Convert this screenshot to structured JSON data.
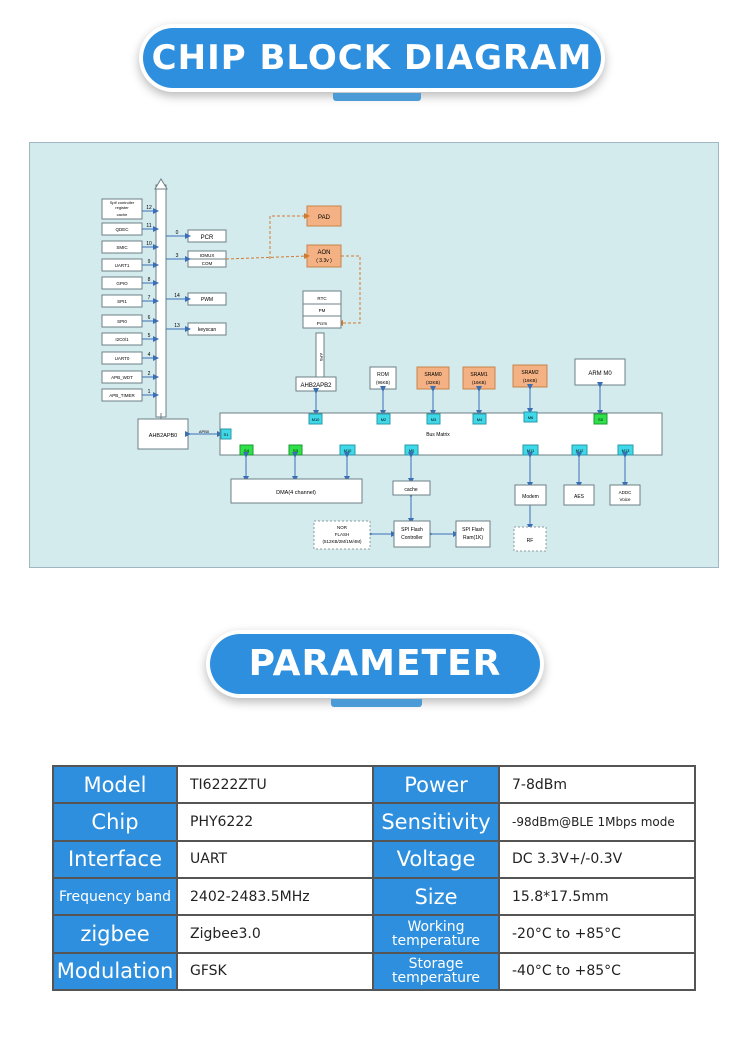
{
  "headers": {
    "chip_block_diagram": "CHIP BLOCK DIAGRAM",
    "parameter": "PARAMETER"
  },
  "diagram": {
    "left_blocks": [
      "Spif controller register cache",
      "QDEC",
      "SMIC",
      "UART1",
      "GPIO",
      "SPI1",
      "SPI0",
      "I2C0/1",
      "UART0",
      "APB_WDT",
      "APB_TIMER"
    ],
    "left_nums": [
      "12",
      "11",
      "10",
      "9",
      "8",
      "7",
      "6",
      "5",
      "4",
      "2",
      "1"
    ],
    "pcr": "PCR",
    "pcr_num": "0",
    "iomux": "IOMUX",
    "com": "COM",
    "iomux_num": "3",
    "pwm": "PWM",
    "pwm_num": "14",
    "keyscan": "keyscan",
    "keyscan_num": "13",
    "pad": "PAD",
    "aon": "AON",
    "aon_sub": "( 3.3v )",
    "rtc": "RTC",
    "pm": "PM",
    "pcrm": "Pcrm",
    "apb_label": "APB",
    "ahb2apb2": "AHB2APB2",
    "ahb2apb0": "AHB2APB0",
    "apb_bus": "APB0",
    "rom": "ROM",
    "rom_size": "(96KB)",
    "sram0": "SRAM0",
    "sram0_size": "(32KB)",
    "sram1": "SRAM1",
    "sram1_size": "(16KB)",
    "sram2": "SRAM2",
    "sram2_size": "(16KB)",
    "arm": "ARM M0",
    "bus_matrix": "Bus Matrix",
    "m_top": [
      "M10",
      "M2",
      "M3",
      "M4",
      "M6",
      "S0"
    ],
    "s1": "S1",
    "m_bottom": [
      "S4",
      "S3",
      "M10",
      "M0",
      "M11",
      "M12",
      "M13"
    ],
    "dma": "DMA(4 channel)",
    "cache": "cache",
    "modem": "Modem",
    "aes": "AES",
    "adoc": "ADDC",
    "voice": "Voice",
    "nor1": "NOR",
    "nor2": "FLASH",
    "nor3": "(512KB/2M/1M/4M)",
    "spi_ctrl1": "SPI Flash",
    "spi_ctrl2": "Controller",
    "spi_ram1": "SPI Flash",
    "spi_ram2": "Ram(1K)",
    "rf": "RF"
  },
  "params": [
    {
      "label": "Model",
      "value": "TI6222ZTU",
      "label2": "Power",
      "value2": "7-8dBm"
    },
    {
      "label": "Chip",
      "value": "PHY6222",
      "label2": "Sensitivity",
      "value2": "-98dBm@BLE 1Mbps mode"
    },
    {
      "label": "Interface",
      "value": "UART",
      "label2": "Voltage",
      "value2": "DC 3.3V+/-0.3V"
    },
    {
      "label": "Frequency band",
      "value": "2402-2483.5MHz",
      "label2": "Size",
      "value2": "15.8*17.5mm"
    },
    {
      "label": "zigbee",
      "value": "Zigbee3.0",
      "label2": "Working temperature",
      "value2": "-20°C to +85°C"
    },
    {
      "label": "Modulation",
      "value": "GFSK",
      "label2": "Storage temperature",
      "value2": "-40°C to +85°C"
    }
  ],
  "colors": {
    "accent": "#2d8fdd",
    "diagram_bg": "#d4ebee",
    "orange": "#f4b183",
    "port_cyan": "#3fd8e8",
    "port_green": "#2ee04a"
  }
}
